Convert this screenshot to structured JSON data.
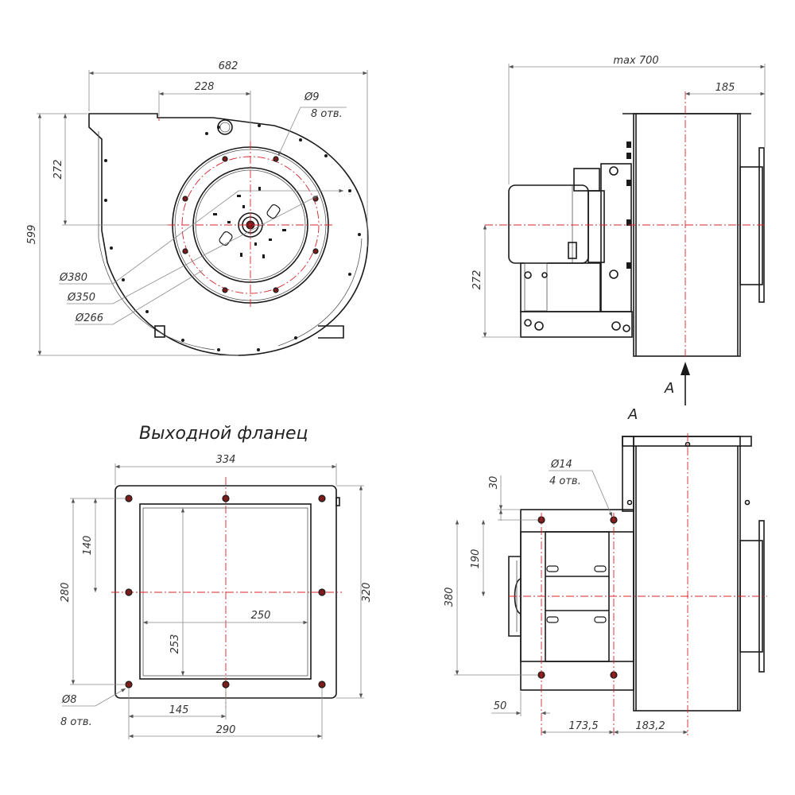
{
  "title": "Выходной фланец",
  "view_a": {
    "arrow_label": "A",
    "view_label": "A"
  },
  "front_view": {
    "dims": {
      "width_overall": "682",
      "width_outlet": "228",
      "height_overall": "599",
      "height_axis": "272",
      "hole_dia": "Ø9",
      "hole_count": "8 отв.",
      "d380": "Ø380",
      "d350": "Ø350",
      "d266": "Ø266"
    }
  },
  "side_view": {
    "dims": {
      "max_width": "max 700",
      "offset": "185",
      "height_axis": "272"
    }
  },
  "flange_view": {
    "dims": {
      "outer_width": "334",
      "inner_width": "250",
      "outer_height": "320",
      "bolt_height": "280",
      "half_height": "140",
      "inner_height": "253",
      "half_width": "145",
      "bolt_width": "290",
      "hole_dia": "Ø8",
      "hole_count": "8 отв."
    }
  },
  "base_view": {
    "dims": {
      "hole_dia": "Ø14",
      "hole_count": "4 отв.",
      "top_offset": "30",
      "bolt_height": "190",
      "overall_height": "380",
      "left_offset": "50",
      "bolt_spacing": "173,5",
      "axis_offset": "183,2"
    }
  }
}
